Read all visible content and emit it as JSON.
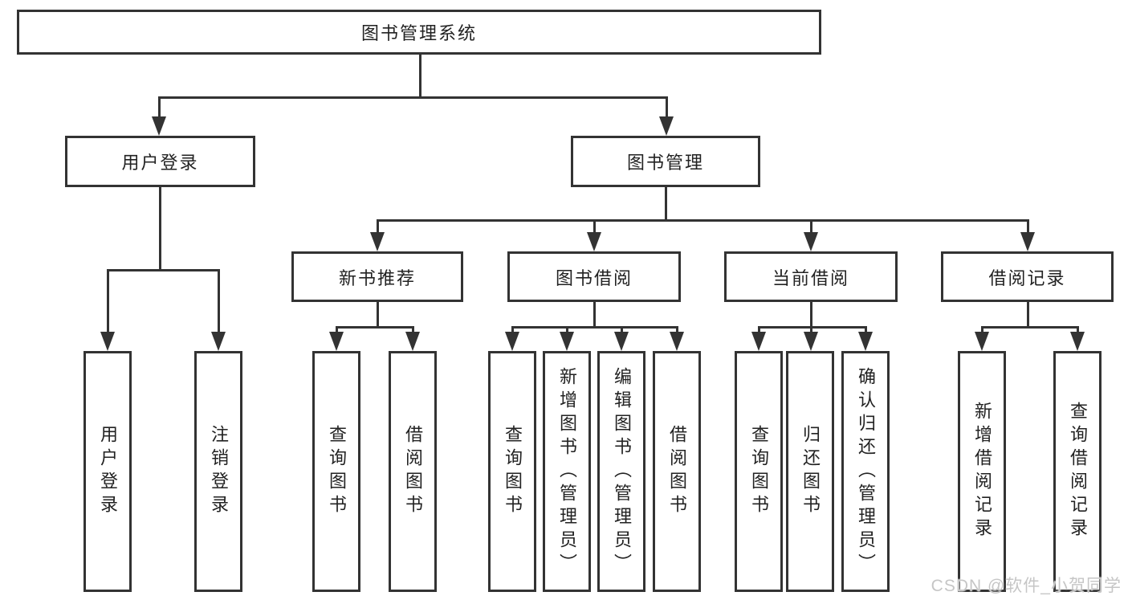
{
  "diagram": {
    "title": "图书管理系统",
    "nodes": {
      "root": "图书管理系统",
      "user_login": "用户登录",
      "book_mgmt": "图书管理",
      "new_book_rec": "新书推荐",
      "book_borrow": "图书借阅",
      "current_borrow": "当前借阅",
      "borrow_record": "借阅记录",
      "leaf_user_login": "用户登录",
      "leaf_logout": "注销登录",
      "rec_query_book": "查询图书",
      "rec_borrow_book": "借阅图书",
      "bb_query_book": "查询图书",
      "bb_add_book": "新增图书（管理员）",
      "bb_edit_book": "编辑图书（管理员）",
      "bb_borrow_book": "借阅图书",
      "cb_query_book": "查询图书",
      "cb_return_book": "归还图书",
      "cb_confirm_return": "确认归还（管理员）",
      "br_add_record": "新增借阅记录",
      "br_query_record": "查询借阅记录"
    }
  },
  "watermark": {
    "text": "CSDN @软件_小贺同学"
  },
  "colors": {
    "background": "#ffffff",
    "line": "#333333",
    "text": "#222222",
    "watermark": "#c6c6c6"
  }
}
